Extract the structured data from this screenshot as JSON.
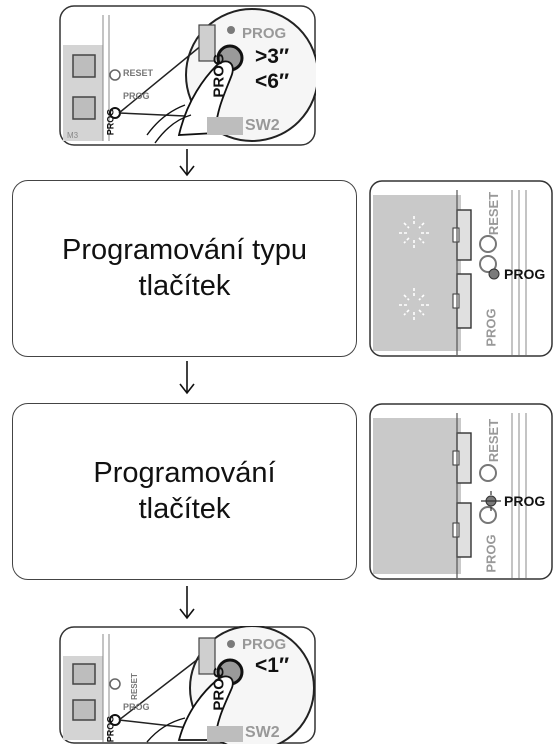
{
  "steps": [
    {
      "label_line1": "Programování typu",
      "label_line2": "tlačítek"
    },
    {
      "label_line1": "Programování",
      "label_line2": "tlačítek"
    }
  ],
  "board_labels": {
    "prog": "PROG",
    "reset": "RESET",
    "sw": "SW2",
    "m": "M3"
  },
  "timings": {
    "hold_min": ">3″",
    "hold_max": "<6″",
    "short_press": "<1″"
  },
  "colors": {
    "board_gray": "#c9c9c9",
    "led_gray": "#7a7a7a",
    "line": "#333333"
  }
}
